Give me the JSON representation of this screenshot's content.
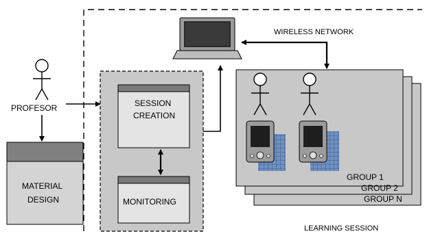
{
  "actors": {
    "profesor": "PROFESOR"
  },
  "modules": {
    "material_design_line1": "MATERIAL",
    "material_design_line2": "DESIGN",
    "session_creation_line1": "SESSION",
    "session_creation_line2": "CREATION",
    "monitoring": "MONITORING"
  },
  "network": {
    "wireless": "WIRELESS NETWORK"
  },
  "groups": [
    "GROUP 1",
    "GROUP 2",
    "GROUP N"
  ],
  "region": {
    "learning_session": "LEARNING SESSION"
  },
  "colors": {
    "panel_gray": "#c8c8c8",
    "box_light": "#e0e0e0",
    "box_header": "#7a7a7a",
    "grid_blue": "#5a7fb0"
  }
}
